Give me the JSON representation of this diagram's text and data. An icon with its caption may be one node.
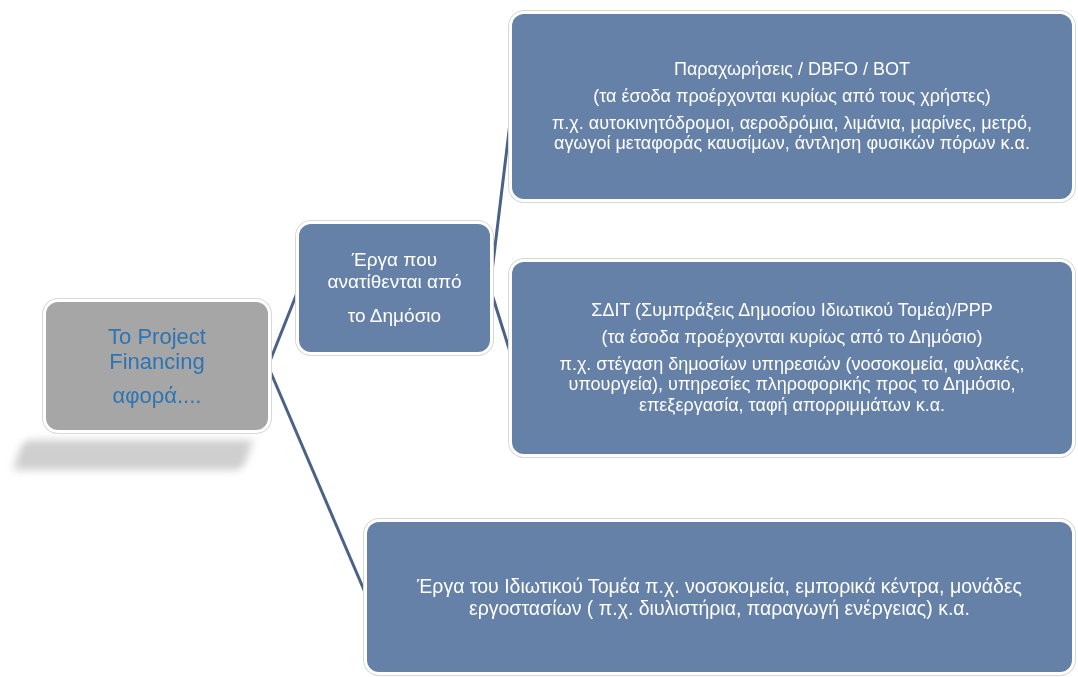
{
  "diagram": {
    "nodes": [
      {
        "text": [
          "To Project Financing",
          "αφορά...."
        ]
      },
      {
        "text": [
          "Έργα που ανατίθενται από",
          "το Δημόσιο"
        ]
      },
      {
        "text": [
          "Παραχωρήσεις / DBFO / BOT",
          "(τα έσοδα προέρχονται κυρίως από τους χρήστες)",
          "π.χ. αυτοκινητόδρομοι, αεροδρόμια, λιμάνια, μαρίνες, μετρό, αγωγοί μεταφοράς καυσίμων, άντληση φυσικών πόρων κ.α."
        ]
      },
      {
        "text": [
          "ΣΔΙΤ (Συμπράξεις Δημοσίου Ιδιωτικού Τομέα)/PPP",
          "(τα έσοδα προέρχονται κυρίως από το Δημόσιο)",
          "π.χ. στέγαση δημοσίων υπηρεσιών (νοσοκομεία, φυλακές, υπουργεία), υπηρεσίες πληροφορικής προς το Δημόσιο, επεξεργασία, ταφή απορριμμάτων κ.α."
        ]
      },
      {
        "text": [
          "Έργα του Ιδιωτικού Τομέα π.χ. νοσοκομεία, εμπορικά κέντρα, μονάδες εργοστασίων ( π.χ. διυλιστήρια, παραγωγή ενέργειας) κ.α."
        ]
      }
    ],
    "edges": [
      {
        "from": 0,
        "to": 1,
        "arrow": "none"
      },
      {
        "from": 0,
        "to": 4,
        "arrow": "none"
      },
      {
        "from": 1,
        "to": 2,
        "arrow": "none"
      },
      {
        "from": 1,
        "to": 3,
        "arrow": "none"
      }
    ]
  }
}
